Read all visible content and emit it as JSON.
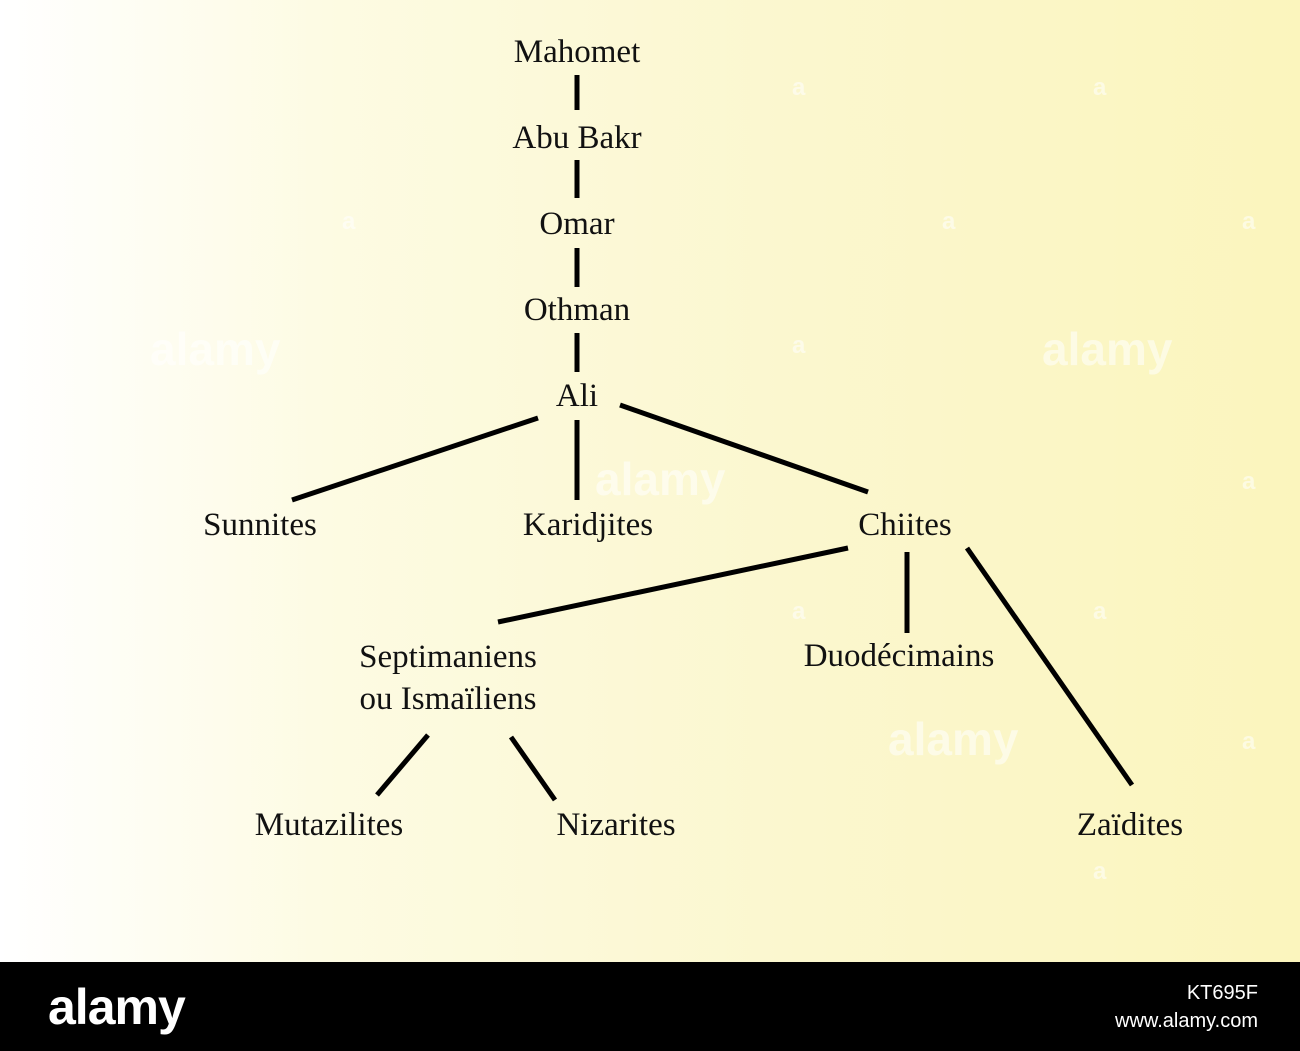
{
  "diagram": {
    "nodes": {
      "mahomet": "Mahomet",
      "abu_bakr": "Abu Bakr",
      "omar": "Omar",
      "othman": "Othman",
      "ali": "Ali",
      "sunnites": "Sunnites",
      "karidjites": "Karidjites",
      "chiites": "Chiites",
      "septimaniens_line1": "Septimaniens",
      "septimaniens_line2": "ou Ismaïliens",
      "duodecimains": "Duodécimains",
      "mutazilites": "Mutazilites",
      "nizarites": "Nizarites",
      "zaidites": "Zaïdites"
    },
    "edges": [
      [
        "mahomet",
        "abu_bakr"
      ],
      [
        "abu_bakr",
        "omar"
      ],
      [
        "omar",
        "othman"
      ],
      [
        "othman",
        "ali"
      ],
      [
        "ali",
        "sunnites"
      ],
      [
        "ali",
        "karidjites"
      ],
      [
        "ali",
        "chiites"
      ],
      [
        "chiites",
        "septimaniens"
      ],
      [
        "chiites",
        "duodecimains"
      ],
      [
        "chiites",
        "zaidites"
      ],
      [
        "septimaniens",
        "mutazilites"
      ],
      [
        "septimaniens",
        "nizarites"
      ]
    ],
    "line_color": "#000000"
  },
  "watermark": {
    "text": "alamy",
    "small_mark": "a"
  },
  "footer": {
    "logo": "alamy",
    "image_id": "KT695F",
    "url": "www.alamy.com"
  }
}
